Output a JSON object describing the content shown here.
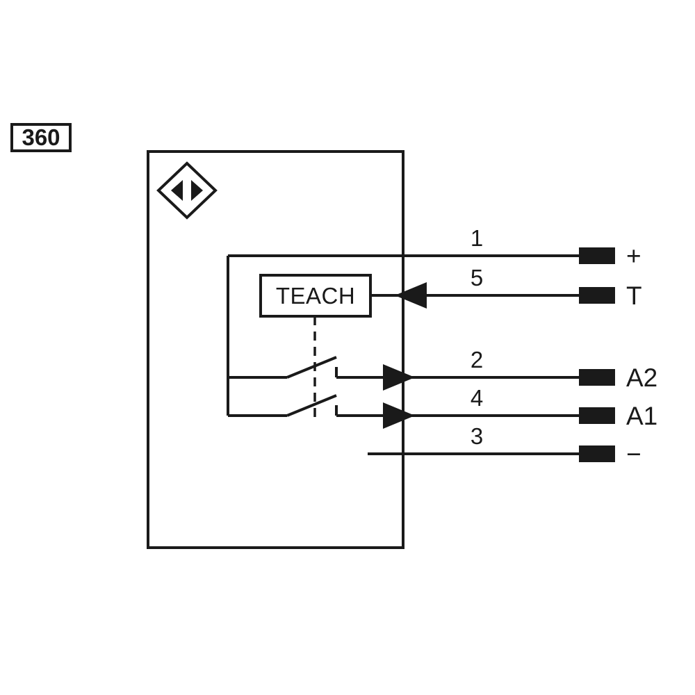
{
  "diagram": {
    "badge": "360",
    "teach": "TEACH",
    "colors": {
      "ink": "#1a1a1a",
      "background": "#ffffff"
    }
  },
  "wires": [
    {
      "pin": "1",
      "terminal": "+",
      "arrow": "none"
    },
    {
      "pin": "5",
      "terminal": "T",
      "arrow": "left"
    },
    {
      "pin": "2",
      "terminal": "A2",
      "arrow": "right"
    },
    {
      "pin": "4",
      "terminal": "A1",
      "arrow": "right"
    },
    {
      "pin": "3",
      "terminal": "−",
      "arrow": "none"
    }
  ]
}
